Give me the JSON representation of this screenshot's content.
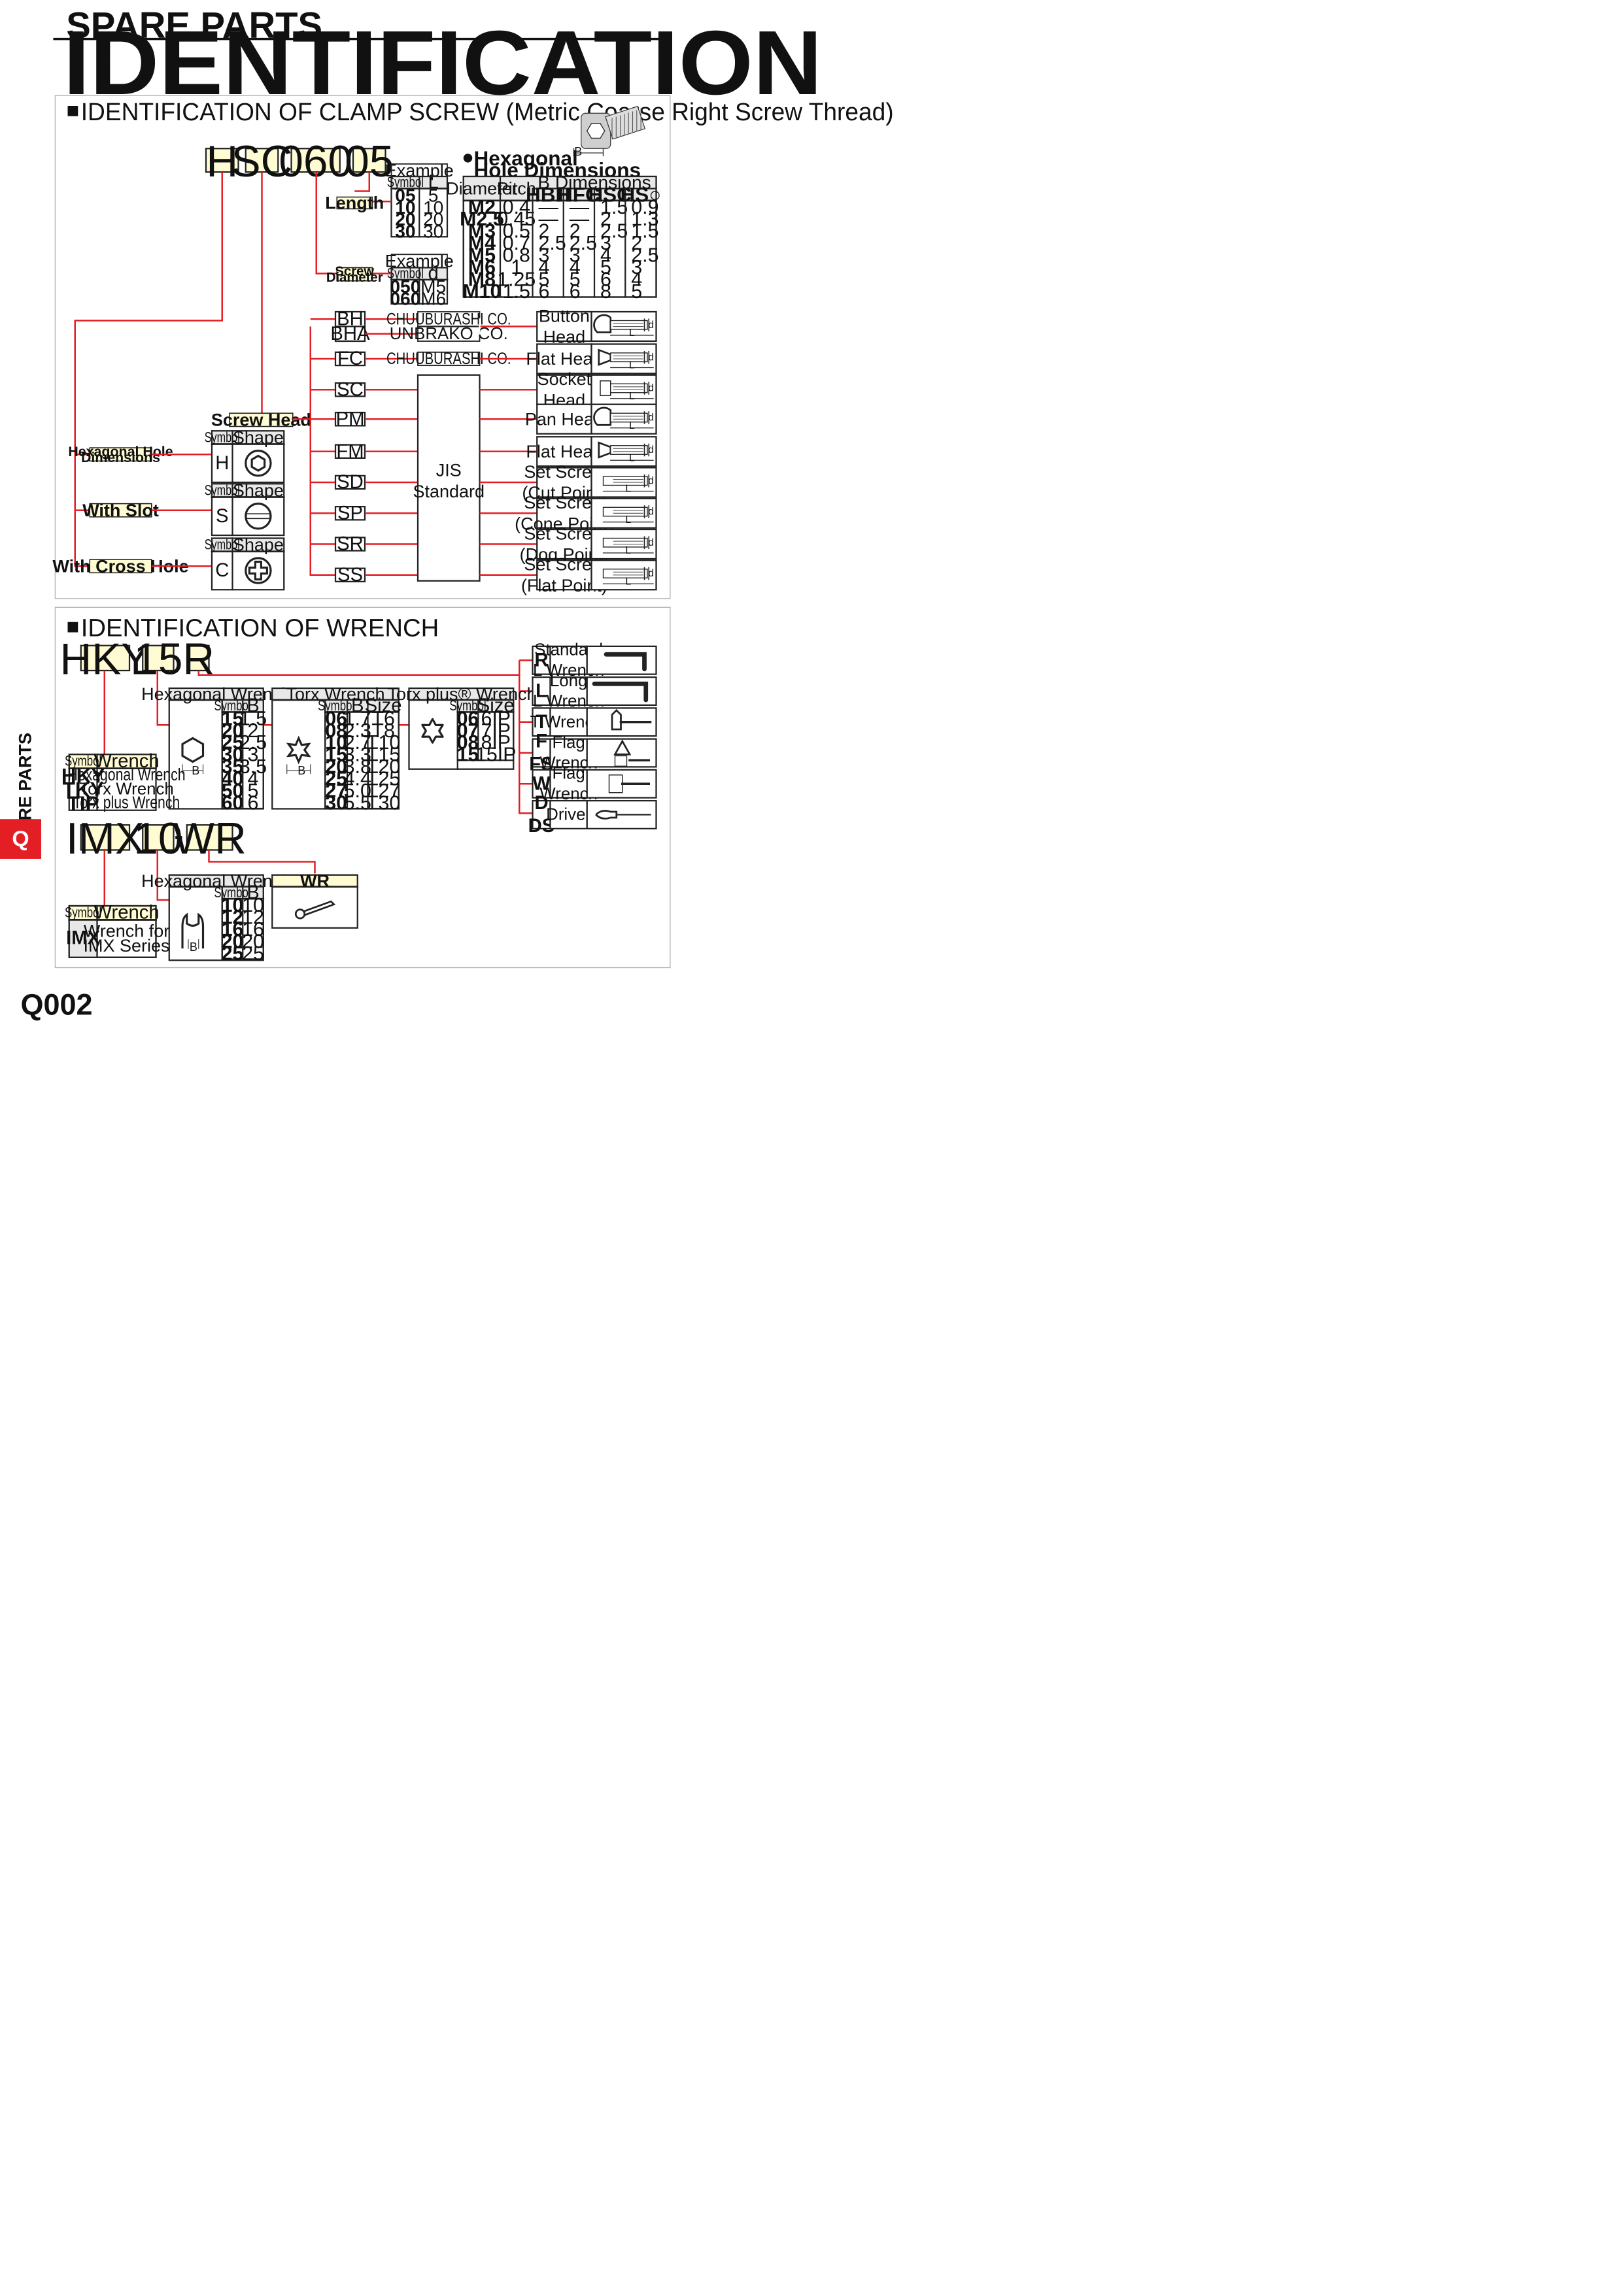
{
  "header": {
    "kicker": "SPARE PARTS",
    "title": "IDENTIFICATION"
  },
  "side_tab": {
    "label": "SPARE PARTS",
    "tab": "Q"
  },
  "page_number": "Q002",
  "clamp": {
    "section_title": "IDENTIFICATION OF CLAMP SCREW (Metric Coarse Right Screw Thread)",
    "codes": [
      "H",
      "SC",
      "060",
      "05"
    ],
    "length_label": "Length",
    "diameter_label": [
      "Screw",
      "Diameter"
    ],
    "screw_head_label": "Screw Head",
    "b_label": "B",
    "ex_length": {
      "caption": "Example",
      "headers": [
        "Symbol",
        "L"
      ],
      "rows": [
        [
          "05",
          "5"
        ],
        [
          "10",
          "10"
        ],
        [
          "20",
          "20"
        ],
        [
          "30",
          "30"
        ]
      ]
    },
    "ex_diameter": {
      "caption": "Example",
      "headers": [
        "Symbol",
        "d"
      ],
      "rows": [
        [
          "050",
          "M5"
        ],
        [
          "060",
          "M6"
        ]
      ]
    },
    "hex_dims": {
      "title": [
        "Hexagonal",
        "Hole Dimensions"
      ],
      "group_header": "B Dimensions",
      "headers": [
        "Diameter",
        "Pitch",
        "HBH",
        "HFC",
        "HSC",
        "HS○"
      ],
      "rows": [
        [
          "M2",
          "0.4",
          "—",
          "—",
          "1.5",
          "0.9"
        ],
        [
          "M2.5",
          "0.45",
          "—",
          "—",
          "2",
          "1.3"
        ],
        [
          "M3",
          "0.5",
          "2",
          "2",
          "2.5",
          "1.5"
        ],
        [
          "M4",
          "0.7",
          "2.5",
          "2.5",
          "3",
          "2"
        ],
        [
          "M5",
          "0.8",
          "3",
          "3",
          "4",
          "2.5"
        ],
        [
          "M6",
          "1",
          "4",
          "4",
          "5",
          "3"
        ],
        [
          "M8",
          "1.25",
          "5",
          "5",
          "6",
          "4"
        ],
        [
          "M10",
          "1.5",
          "6",
          "6",
          "8",
          "5"
        ]
      ]
    },
    "shapes": [
      {
        "label": "Hexagonal Hole Dimensions",
        "symbol": "H",
        "shape_icon": "hex-socket-icon"
      },
      {
        "label": "With Slot",
        "symbol": "S",
        "shape_icon": "slot-icon"
      },
      {
        "label": "With Cross Hole",
        "symbol": "C",
        "shape_icon": "cross-hole-icon"
      }
    ],
    "shape_headers": [
      "Symbol",
      "Shape"
    ],
    "head_codes": [
      "BH",
      "BHA",
      "FC",
      "SC",
      "PM",
      "FM",
      "SD",
      "SP",
      "SR",
      "SS"
    ],
    "makers": [
      "CHUUBURASHI CO.",
      "UNBRAKO CO.",
      "CHUUBURASHI CO.",
      "JIS Standard"
    ],
    "head_types": [
      [
        "Button",
        "Head"
      ],
      [
        "Flat Head"
      ],
      [
        "Socket",
        "Head"
      ],
      [
        "Pan Head"
      ],
      [
        "Flat Head"
      ],
      [
        "Set Screw",
        "(Cut Point)"
      ],
      [
        "Set Screw",
        "(Cone Point)"
      ],
      [
        "Set Screw",
        "(Dog Point)"
      ],
      [
        "Set Screw",
        "(Flat Point)"
      ]
    ],
    "dim_labels": {
      "d": "d",
      "L": "L"
    }
  },
  "wrench": {
    "section_title": "IDENTIFICATION OF WRENCH",
    "codes": [
      "HKY",
      "15",
      "R"
    ],
    "symbol_table": {
      "headers": [
        "Symbol",
        "Wrench"
      ],
      "rows": [
        [
          "HKY",
          "Hexagonal Wrench"
        ],
        [
          "TKY",
          "Torx Wrench"
        ],
        [
          "TIP",
          "Torx plus Wrench"
        ]
      ]
    },
    "hex_table": {
      "title": "Hexagonal Wrench",
      "headers": [
        "Symbol",
        "B"
      ],
      "rows": [
        [
          "15",
          "1.5"
        ],
        [
          "20",
          "2"
        ],
        [
          "25",
          "2.5"
        ],
        [
          "30",
          "3"
        ],
        [
          "35",
          "3.5"
        ],
        [
          "40",
          "4"
        ],
        [
          "50",
          "5"
        ],
        [
          "60",
          "6"
        ]
      ]
    },
    "torx_table": {
      "title": "Torx Wrench",
      "headers": [
        "Symbol",
        "B",
        "Size"
      ],
      "rows": [
        [
          "06",
          "1.7",
          "T6"
        ],
        [
          "08",
          "2.3",
          "T8"
        ],
        [
          "10",
          "2.7",
          "T10"
        ],
        [
          "15",
          "3.3",
          "T15"
        ],
        [
          "20",
          "3.8",
          "T20"
        ],
        [
          "25",
          "4.4",
          "T25"
        ],
        [
          "27",
          "5.0",
          "T27"
        ],
        [
          "30",
          "5.5",
          "T30"
        ]
      ]
    },
    "torxplus_table": {
      "title": "Torx plus® Wrench",
      "headers": [
        "Symbol",
        "Size"
      ],
      "rows": [
        [
          "06",
          "6IP"
        ],
        [
          "07",
          "7IP"
        ],
        [
          "08",
          "8IP"
        ],
        [
          "15",
          "15IP"
        ]
      ]
    },
    "types": [
      {
        "symbol": [
          "R"
        ],
        "name": [
          "Standard",
          "L Wrench"
        ],
        "icon": "l-wrench-icon"
      },
      {
        "symbol": [
          "L"
        ],
        "name": [
          "Long",
          "L Wrench"
        ],
        "icon": "long-l-wrench-icon"
      },
      {
        "symbol": [
          "T"
        ],
        "name": [
          "T Wrench"
        ],
        "icon": "t-wrench-icon"
      },
      {
        "symbol": [
          "F",
          "FS"
        ],
        "name": [
          "Flag",
          "Wrench"
        ],
        "icon": "flag-wrench-icon"
      },
      {
        "symbol": [
          "W"
        ],
        "name": [
          "Flag",
          "Wrench"
        ],
        "icon": "flag-wrench-w-icon"
      },
      {
        "symbol": [
          "D",
          "DS"
        ],
        "name": [
          "Driver"
        ],
        "icon": "driver-icon"
      }
    ],
    "imx": {
      "codes": [
        "IMX",
        "10",
        "WR"
      ],
      "dash": "-",
      "symbol_table": {
        "headers": [
          "Symbol",
          "Wrench"
        ],
        "symbol": "IMX",
        "name": [
          "Wrench for",
          "IMX Series"
        ]
      },
      "hex_table": {
        "title": "Hexagonal Wrench",
        "headers": [
          "Symbol",
          "B"
        ],
        "rows": [
          [
            "10",
            "10"
          ],
          [
            "12",
            "12"
          ],
          [
            "16",
            "16"
          ],
          [
            "20",
            "20"
          ],
          [
            "25",
            "25"
          ]
        ]
      },
      "wr_label": "WR"
    }
  },
  "colors": {
    "red": "#e31e24",
    "cream": "#fffbd2",
    "gray": "#e8e8e8",
    "frame": "#b4b4b4",
    "text": "#111111"
  }
}
